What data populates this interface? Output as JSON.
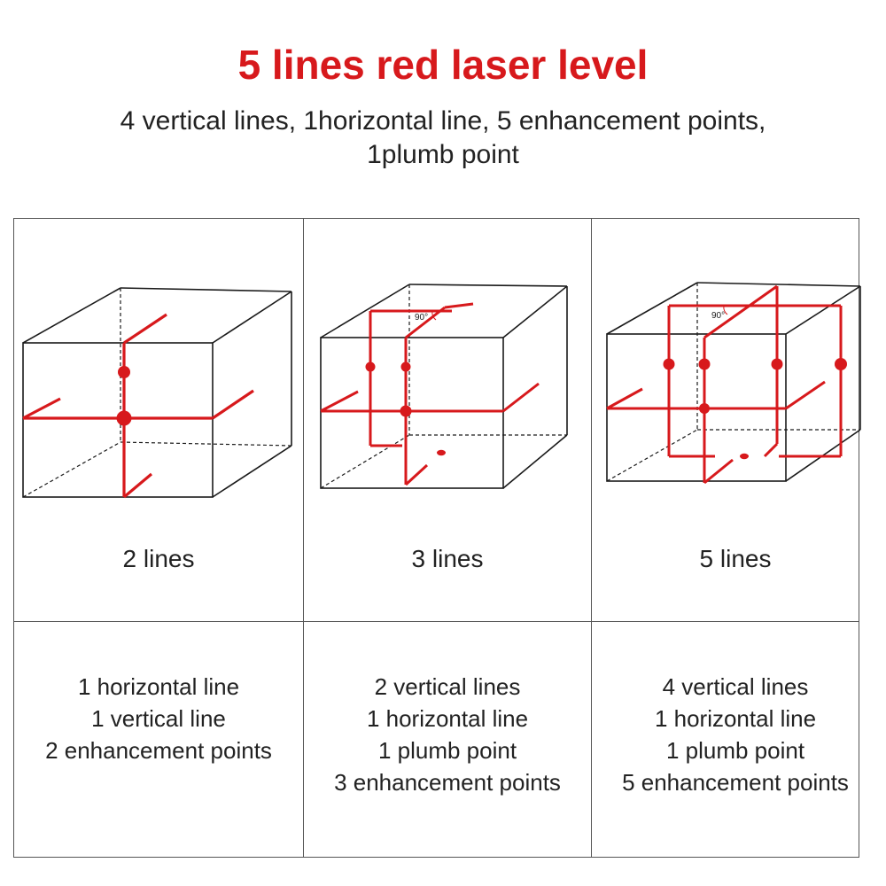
{
  "header": {
    "title": "5 lines red laser level",
    "subtitle_line1": "4 vertical lines, 1horizontal line, 5 enhancement points,",
    "subtitle_line2": "1plumb point"
  },
  "colors": {
    "laser": "#d7191c",
    "frame": "#1a1a1a",
    "grid": "#555555"
  },
  "modes": [
    {
      "label": "2 lines",
      "features": [
        "1 horizontal line",
        "1 vertical line",
        "2 enhancement points"
      ]
    },
    {
      "label": "3 lines",
      "angle_mark": "90°",
      "features": [
        "2 vertical lines",
        "1 horizontal line",
        "1 plumb point",
        "3 enhancement points"
      ]
    },
    {
      "label": "5 lines",
      "angle_mark": "90°",
      "features": [
        "4 vertical lines",
        "1 horizontal line",
        "1 plumb point",
        "5 enhancement points"
      ]
    }
  ]
}
